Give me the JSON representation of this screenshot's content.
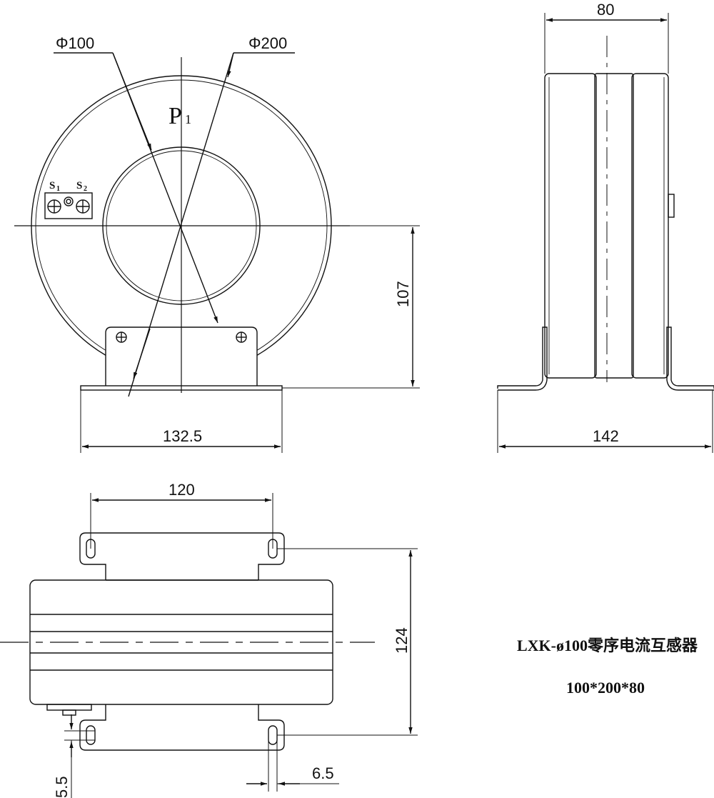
{
  "front_view": {
    "inner_diameter_label": "Φ100",
    "outer_diameter_label": "Φ200",
    "primary_label": "P",
    "primary_subscript": "1",
    "terminal_s1": "S",
    "terminal_s1_sub": "1",
    "terminal_s2": "S",
    "terminal_s2_sub": "2",
    "height_label": "107",
    "base_width_label": "132.5"
  },
  "side_view": {
    "thickness_label": "80",
    "base_width_label": "142"
  },
  "top_view": {
    "hole_spacing_label": "120",
    "mount_length_label": "124",
    "slot_width_label": "5.5",
    "slot_length_label": "6.5"
  },
  "caption": {
    "model": "LXK-ø100零序电流互感器",
    "size": "100*200*80"
  }
}
